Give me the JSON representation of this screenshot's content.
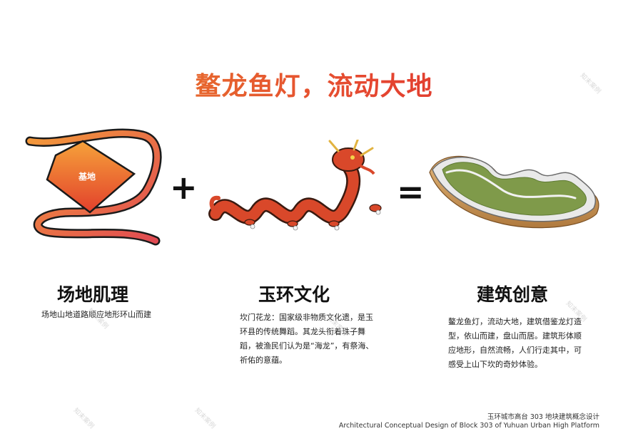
{
  "title": "鳌龙鱼灯，流动大地",
  "site_label": "基地",
  "operators": {
    "plus": "+",
    "equals": "="
  },
  "columns": [
    {
      "heading": "场地肌理",
      "text": "场地山地道路顺应地形环山而建"
    },
    {
      "heading": "玉环文化",
      "text": "坎门花龙：国家级非物质文化遗，是玉环县的传统舞蹈。其龙头衔着珠子舞蹈，被渔民们认为是“海龙”，有祭海、祈佑的意蕴。"
    },
    {
      "heading": "建筑创意",
      "text": "鳌龙鱼灯，流动大地，建筑借鉴龙灯造型，依山而建，盘山而居。建筑形体顺应地形，自然流畅，人们行走其中，可感受上山下坎的奇妙体验。"
    }
  ],
  "footer": {
    "cn": "玉环城市高台 303 地块建筑概念设计",
    "en": "Architectural Conceptual Design of Block 303 of Yuhuan Urban High Platform"
  },
  "watermark": "知末案例",
  "colors": {
    "title_start": "#e98a2c",
    "title_end": "#d8262a",
    "road": "#e8524a",
    "site": "#f07a33",
    "dragon": "#d9482a"
  }
}
